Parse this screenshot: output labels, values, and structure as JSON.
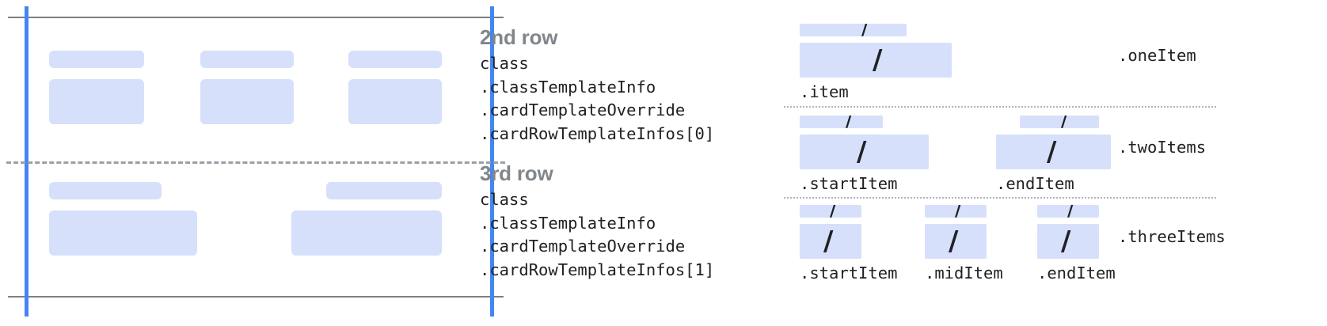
{
  "colors": {
    "placeholder_fill": "#d7e0fa",
    "blue_guide": "#4285f4",
    "gray_border": "#808080",
    "dashed_divider": "#9aa0a6",
    "dotted_divider": "#b0b4b8",
    "heading_text": "#80868b",
    "code_text": "#202124"
  },
  "left_panel": {
    "rows": [
      {
        "name": "2nd row",
        "columns": [
          {
            "label_bar": true,
            "content_bar": true
          },
          {
            "label_bar": true,
            "content_bar": true
          },
          {
            "label_bar": true,
            "content_bar": true
          }
        ]
      },
      {
        "name": "3rd row",
        "columns": [
          {
            "label_bar": true,
            "content_bar": true
          },
          {
            "label_bar": true,
            "content_bar": true
          }
        ]
      }
    ]
  },
  "text_blocks": [
    {
      "title": "2nd row",
      "lines": [
        "class",
        ".classTemplateInfo",
        ".cardTemplateOverride",
        ".cardRowTemplateInfos[0]"
      ]
    },
    {
      "title": "3rd row",
      "lines": [
        "class",
        ".classTemplateInfo",
        ".cardTemplateOverride",
        ".cardRowTemplateInfos[1]"
      ]
    }
  ],
  "right_panel": {
    "slash_glyph": "/",
    "variants": [
      {
        "variant_label": ".oneItem",
        "slots": [
          {
            "label": ".item"
          }
        ]
      },
      {
        "variant_label": ".twoItems",
        "slots": [
          {
            "label": ".startItem"
          },
          {
            "label": ".endItem"
          }
        ]
      },
      {
        "variant_label": ".threeItems",
        "slots": [
          {
            "label": ".startItem"
          },
          {
            "label": ".midItem"
          },
          {
            "label": ".endItem"
          }
        ]
      }
    ]
  }
}
